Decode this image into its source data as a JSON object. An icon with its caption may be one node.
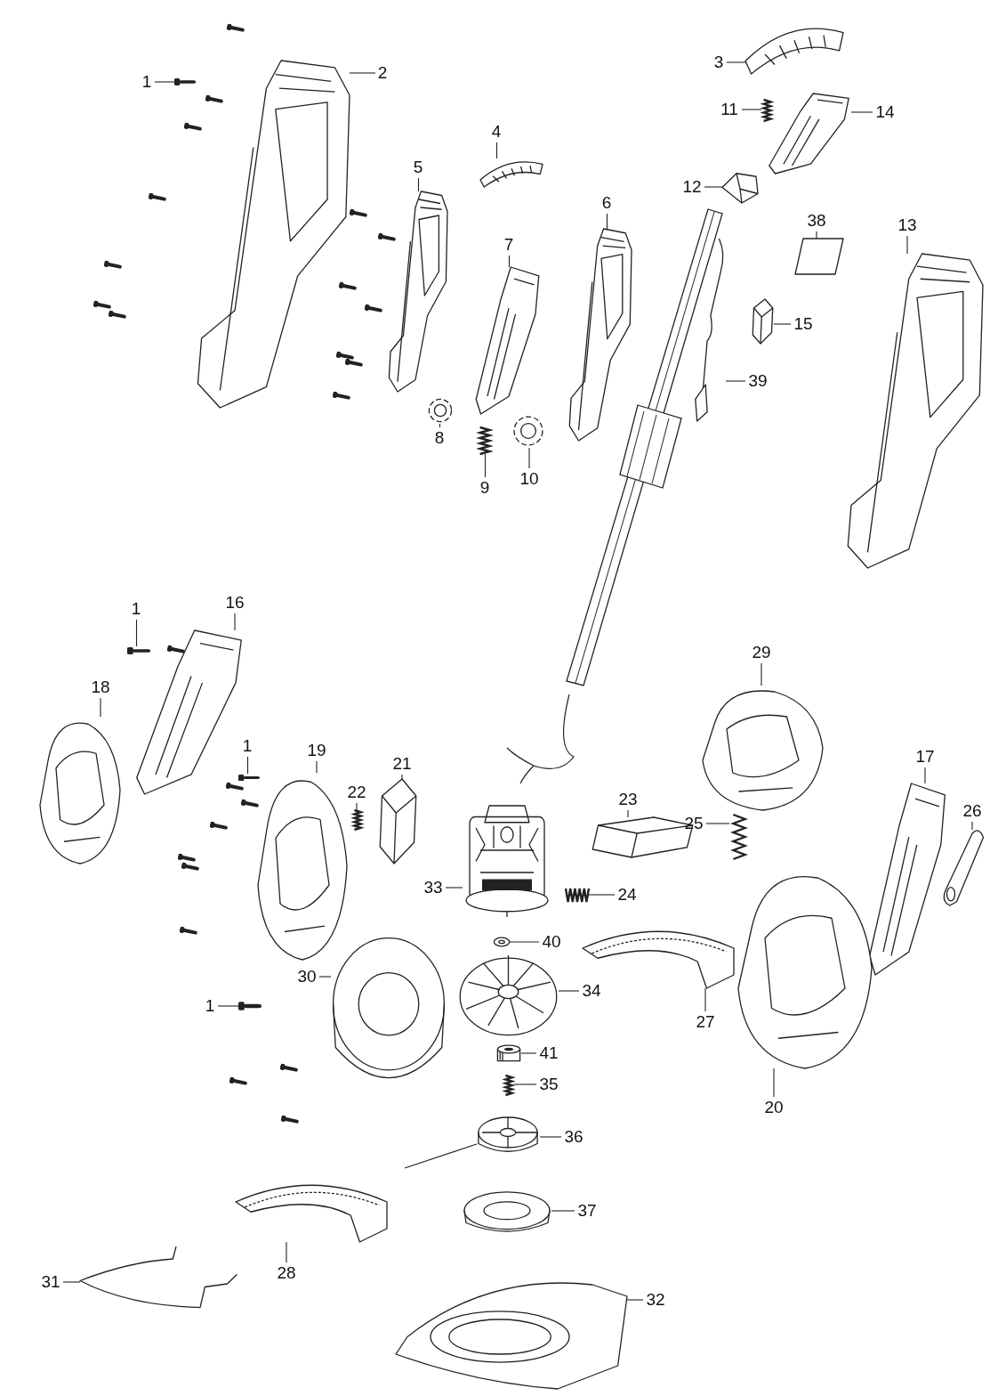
{
  "diagram": {
    "nodes": [
      {
        "text": [
          "1"
        ]
      },
      {
        "text": [],
        "shape": "picture"
      },
      {
        "text": [
          "2"
        ]
      },
      {
        "text": [],
        "shape": "picture"
      },
      {
        "text": [
          "3"
        ]
      },
      {
        "text": [],
        "shape": "picture"
      },
      {
        "text": [
          "4"
        ]
      },
      {
        "text": [],
        "shape": "picture"
      },
      {
        "text": [
          "5"
        ]
      },
      {
        "text": [],
        "shape": "picture"
      },
      {
        "text": [
          "6"
        ]
      },
      {
        "text": [],
        "shape": "picture"
      },
      {
        "text": [
          "7"
        ]
      },
      {
        "text": [],
        "shape": "picture"
      },
      {
        "text": [
          "8"
        ]
      },
      {
        "text": [],
        "shape": "picture"
      },
      {
        "text": [
          "9"
        ]
      },
      {
        "text": [],
        "shape": "picture"
      },
      {
        "text": [
          "10"
        ]
      },
      {
        "text": [],
        "shape": "picture"
      },
      {
        "text": [
          "11"
        ]
      },
      {
        "text": [],
        "shape": "picture"
      },
      {
        "text": [
          "12"
        ]
      },
      {
        "text": [],
        "shape": "picture"
      },
      {
        "text": [
          "13"
        ]
      },
      {
        "text": [],
        "shape": "picture"
      },
      {
        "text": [
          "14"
        ]
      },
      {
        "text": [],
        "shape": "picture"
      },
      {
        "text": [
          "15"
        ]
      },
      {
        "text": [],
        "shape": "picture"
      },
      {
        "text": [
          "38"
        ]
      },
      {
        "text": [],
        "shape": "box"
      },
      {
        "text": [
          "39"
        ]
      },
      {
        "text": [],
        "shape": "picture"
      },
      {
        "text": [
          "1"
        ]
      },
      {
        "text": [],
        "shape": "picture"
      },
      {
        "text": [
          "16"
        ]
      },
      {
        "text": [],
        "shape": "picture"
      },
      {
        "text": [
          "18"
        ]
      },
      {
        "text": [],
        "shape": "picture"
      },
      {
        "text": [
          "1"
        ]
      },
      {
        "text": [],
        "shape": "picture"
      },
      {
        "text": [
          "19"
        ]
      },
      {
        "text": [],
        "shape": "picture"
      },
      {
        "text": [
          "21"
        ]
      },
      {
        "text": [],
        "shape": "picture"
      },
      {
        "text": [
          "22"
        ]
      },
      {
        "text": [],
        "shape": "picture"
      },
      {
        "text": [
          "33"
        ]
      },
      {
        "text": [],
        "shape": "picture"
      },
      {
        "text": [
          "23"
        ]
      },
      {
        "text": [],
        "shape": "picture"
      },
      {
        "text": [
          "25"
        ]
      },
      {
        "text": [],
        "shape": "picture"
      },
      {
        "text": [
          "29"
        ]
      },
      {
        "text": [],
        "shape": "picture"
      },
      {
        "text": [
          "17"
        ]
      },
      {
        "text": [],
        "shape": "picture"
      },
      {
        "text": [
          "26"
        ]
      },
      {
        "text": [],
        "shape": "picture"
      },
      {
        "text": [
          "24"
        ]
      },
      {
        "text": [],
        "shape": "picture"
      },
      {
        "text": [
          "40"
        ]
      },
      {
        "text": [],
        "shape": "picture"
      },
      {
        "text": [
          "27"
        ]
      },
      {
        "text": [],
        "shape": "picture"
      },
      {
        "text": [
          "34"
        ]
      },
      {
        "text": [],
        "shape": "picture"
      },
      {
        "text": [
          "30"
        ]
      },
      {
        "text": [],
        "shape": "picture"
      },
      {
        "text": [
          "1"
        ]
      },
      {
        "text": [],
        "shape": "picture"
      },
      {
        "text": [
          "41"
        ]
      },
      {
        "text": [],
        "shape": "picture"
      },
      {
        "text": [
          "35"
        ]
      },
      {
        "text": [],
        "shape": "picture"
      },
      {
        "text": [
          "20"
        ]
      },
      {
        "text": [],
        "shape": "picture"
      },
      {
        "text": [
          "36"
        ]
      },
      {
        "text": [],
        "shape": "picture"
      },
      {
        "text": [
          "37"
        ]
      },
      {
        "text": [],
        "shape": "picture"
      },
      {
        "text": [
          "28"
        ]
      },
      {
        "text": [],
        "shape": "picture"
      },
      {
        "text": [
          "31"
        ]
      },
      {
        "text": [],
        "shape": "picture"
      },
      {
        "text": [
          "32"
        ]
      },
      {
        "text": [],
        "shape": "picture"
      }
    ],
    "edges": [
      {
        "from": 0,
        "to": 1,
        "arrow": "none"
      },
      {
        "from": 2,
        "to": 3,
        "arrow": "none"
      },
      {
        "from": 4,
        "to": 5,
        "arrow": "none"
      },
      {
        "from": 6,
        "to": 7,
        "arrow": "none"
      },
      {
        "from": 8,
        "to": 9,
        "arrow": "none"
      },
      {
        "from": 10,
        "to": 11,
        "arrow": "none"
      },
      {
        "from": 12,
        "to": 13,
        "arrow": "none"
      },
      {
        "from": 14,
        "to": 15,
        "arrow": "none"
      },
      {
        "from": 16,
        "to": 17,
        "arrow": "none"
      },
      {
        "from": 18,
        "to": 19,
        "arrow": "none"
      },
      {
        "from": 20,
        "to": 21,
        "arrow": "none"
      },
      {
        "from": 22,
        "to": 23,
        "arrow": "none"
      },
      {
        "from": 24,
        "to": 25,
        "arrow": "none"
      },
      {
        "from": 26,
        "to": 27,
        "arrow": "none"
      },
      {
        "from": 28,
        "to": 29,
        "arrow": "none"
      },
      {
        "from": 30,
        "to": 31,
        "arrow": "none"
      },
      {
        "from": 32,
        "to": 33,
        "arrow": "none"
      },
      {
        "from": 34,
        "to": 35,
        "arrow": "none"
      },
      {
        "from": 36,
        "to": 37,
        "arrow": "none"
      },
      {
        "from": 38,
        "to": 39,
        "arrow": "none"
      },
      {
        "from": 40,
        "to": 41,
        "arrow": "none"
      },
      {
        "from": 42,
        "to": 43,
        "arrow": "none"
      },
      {
        "from": 44,
        "to": 45,
        "arrow": "none"
      },
      {
        "from": 46,
        "to": 47,
        "arrow": "none"
      },
      {
        "from": 48,
        "to": 49,
        "arrow": "none"
      },
      {
        "from": 50,
        "to": 51,
        "arrow": "none"
      },
      {
        "from": 52,
        "to": 53,
        "arrow": "none"
      },
      {
        "from": 54,
        "to": 55,
        "arrow": "none"
      },
      {
        "from": 56,
        "to": 57,
        "arrow": "none"
      },
      {
        "from": 58,
        "to": 59,
        "arrow": "none"
      },
      {
        "from": 60,
        "to": 61,
        "arrow": "none"
      },
      {
        "from": 62,
        "to": 63,
        "arrow": "none"
      },
      {
        "from": 64,
        "to": 65,
        "arrow": "none"
      },
      {
        "from": 66,
        "to": 67,
        "arrow": "none"
      },
      {
        "from": 68,
        "to": 69,
        "arrow": "none"
      },
      {
        "from": 70,
        "to": 71,
        "arrow": "none"
      },
      {
        "from": 72,
        "to": 73,
        "arrow": "none"
      },
      {
        "from": 74,
        "to": 75,
        "arrow": "none"
      },
      {
        "from": 76,
        "to": 77,
        "arrow": "none"
      },
      {
        "from": 78,
        "to": 79,
        "arrow": "none"
      },
      {
        "from": 80,
        "to": 81,
        "arrow": "none"
      },
      {
        "from": 82,
        "to": 83,
        "arrow": "none"
      },
      {
        "from": 84,
        "to": 85,
        "arrow": "none"
      },
      {
        "from": 86,
        "to": 87,
        "arrow": "none"
      }
    ]
  }
}
